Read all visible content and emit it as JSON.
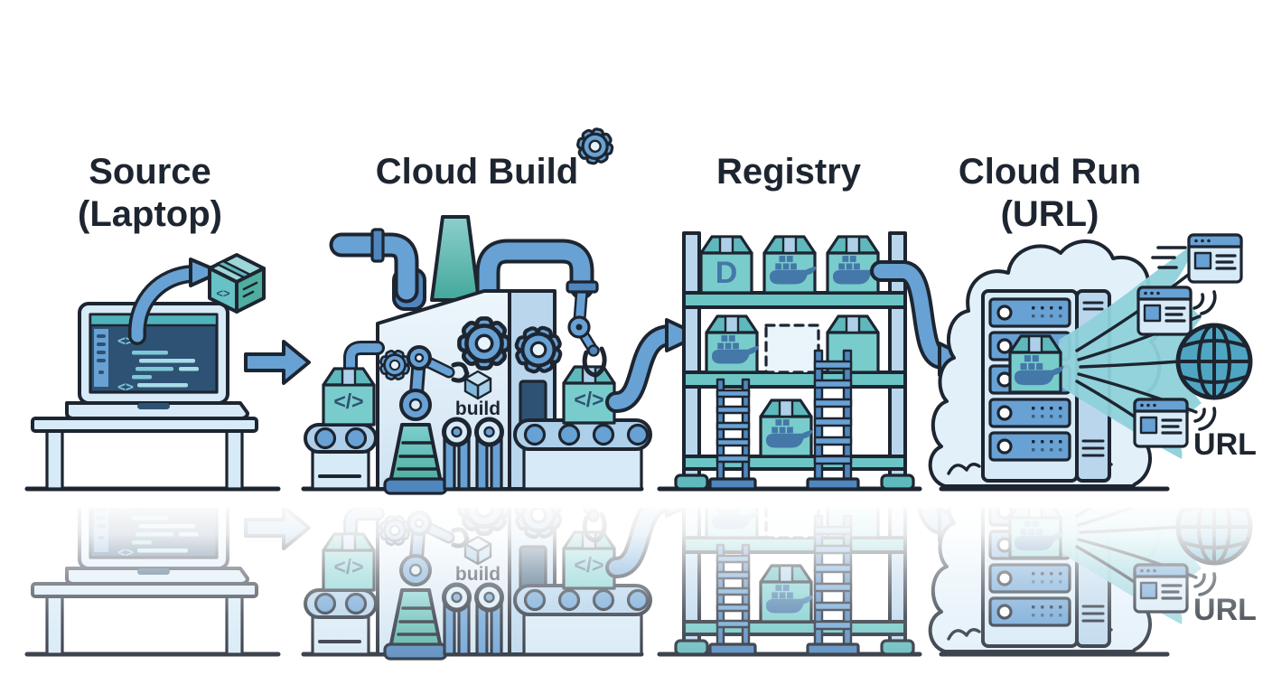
{
  "title": "Source to Cloud Run deployment pipeline illustration",
  "stages": [
    {
      "label": "Source",
      "sublabel": "(Laptop)"
    },
    {
      "label": "Cloud Build",
      "sublabel": ""
    },
    {
      "label": "Registry",
      "sublabel": ""
    },
    {
      "label": "Cloud Run",
      "sublabel": "(URL)"
    }
  ],
  "labels": {
    "build": "build",
    "url": "URL",
    "code_box": "</>",
    "code_tag": "<>",
    "docker_logo": "D"
  },
  "icons": {
    "laptop-icon": "laptop with code editor",
    "upload-arrow-icon": "curved arrow",
    "package-cube-icon": "isometric package cube",
    "flow-arrow-icon": "right arrow",
    "factory-icon": "build factory with chimney and pipes",
    "gear-icon": "cog wheel",
    "robot-arm-icon": "articulated robot arm with claw",
    "conveyor-icon": "conveyor belt with wheels",
    "code-crate-icon": "box labeled </>",
    "build-cube-icon": "small isometric cube",
    "shelf-rack-icon": "storage rack with posts",
    "docker-crate-icon": "box with docker whale",
    "empty-slot-icon": "dashed placeholder square",
    "ladder-icon": "ladder",
    "transfer-arrow-icon": "s-curved arrow",
    "cloud-icon": "cloud outline",
    "server-rack-icon": "stacked server tower",
    "traffic-fan-icon": "fan of delivery streams",
    "globe-icon": "wireframe globe",
    "browser-window-icon": "browser window",
    "speed-lines-icon": "motion lines",
    "signal-arcs-icon": "wireless arcs"
  },
  "colors": {
    "ink": "#1d2530",
    "steel": "#68a1d4",
    "steeld": "#4f86bd",
    "panel": "#aecfea",
    "panell": "#d6eaf7",
    "pale": "#e9f3fb",
    "wall": "#e2eff9",
    "block": "#b9d6ec",
    "teal": "#79cccc",
    "tflap": "#5fb9bc",
    "shelf": "#6cc5c5",
    "teald": "#46a99c",
    "chimtop": "#8ccfcd",
    "navy": "#2e5273",
    "whale": "#4478a8",
    "code": "#7fc8d8",
    "code2": "#a8dce8",
    "editorbar": "#4fb3bc",
    "swoosh": "#8ed1da",
    "globe": "#4fa6c2",
    "cloud": "#e2f0fa",
    "slot": "#eaf4fb"
  }
}
